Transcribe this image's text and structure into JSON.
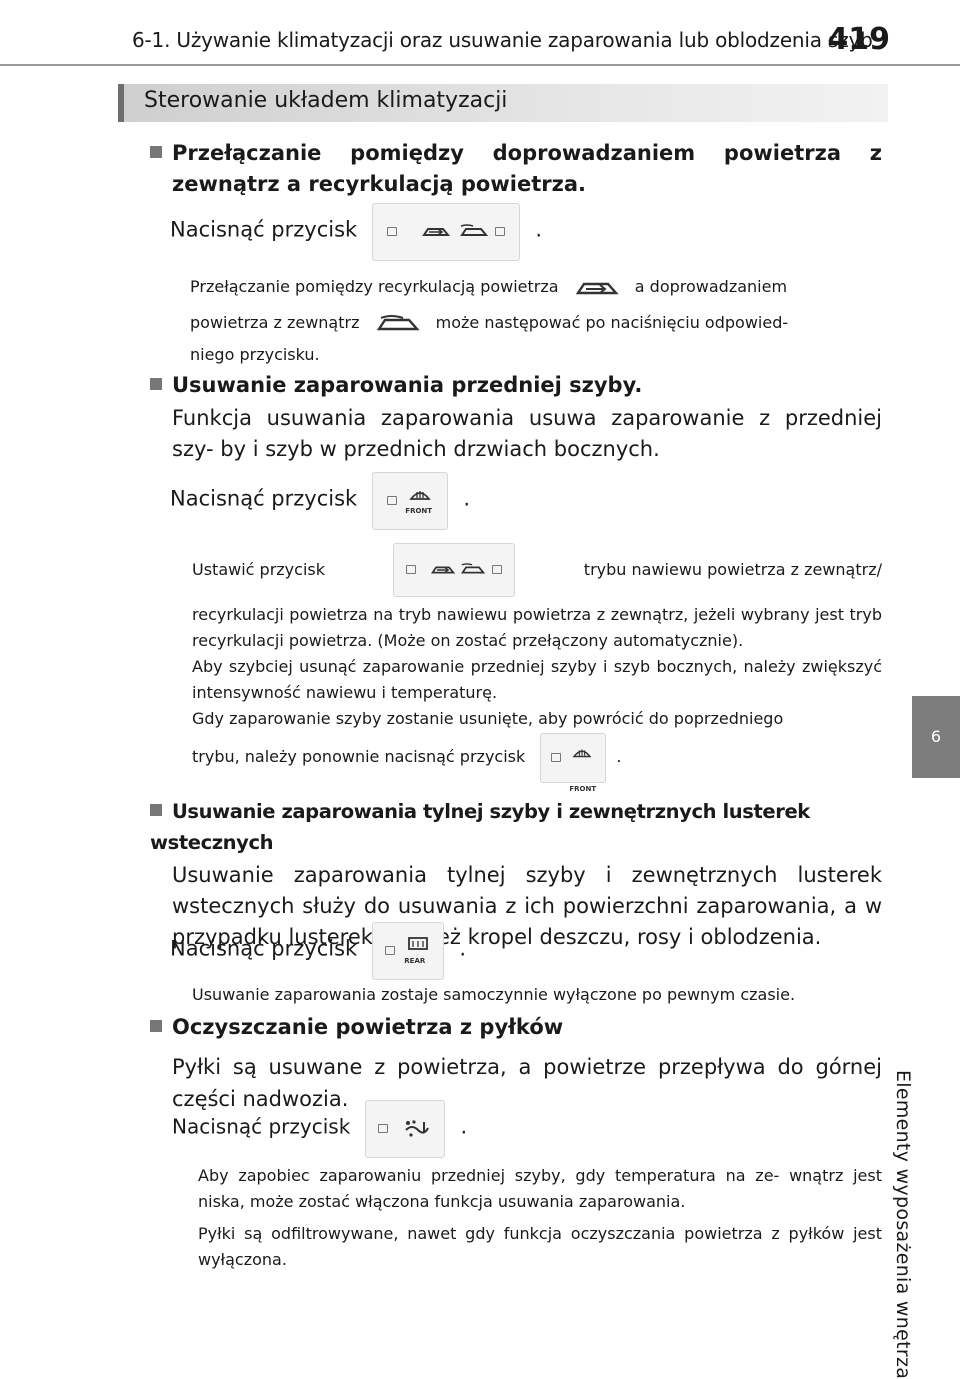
{
  "header": {
    "title": "6-1. Używanie klimatyzacji oraz usuwanie zaparowania lub oblodzenia szyb",
    "page_number": "419"
  },
  "side_tab": {
    "number": "6",
    "label": "Elementy wyposażenia wnętrza"
  },
  "section": {
    "title": "Sterowanie układem klimatyzacji"
  },
  "recirc": {
    "heading": "Przełączanie pomiędzy doprowadzaniem powietrza z zewnątrz a recyrkulacją powietrza.",
    "press_text": "Nacisnąć przycisk",
    "note_part1": "Przełączanie pomiędzy recyrkulacją powietrza",
    "note_part2": "a doprowadzaniem",
    "note_part3": "powietrza z zewnątrz",
    "note_part4": "może następować po naciśnięciu odpowied-",
    "note_part5": "niego przycisku."
  },
  "front": {
    "heading": "Usuwanie zaparowania przedniej szyby.",
    "body": "Funkcja usuwania zaparowania usuwa zaparowanie z przedniej szy- by i szyb w przednich drzwiach bocznych.",
    "press_text": "Nacisnąć przycisk",
    "button_caption": "FRONT",
    "note1_a": "Ustawić przycisk",
    "note1_b": "trybu nawiewu powietrza z zewnątrz/",
    "note1_c": "recyrkulacji powietrza na tryb nawiewu powietrza z zewnątrz, jeżeli wybrany jest tryb recyrkulacji powietrza. (Może on zostać przełączony automatycznie).",
    "note2": "Aby szybciej usunąć zaparowanie przedniej szyby i szyb bocznych, należy zwiększyć intensywność nawiewu i temperaturę.",
    "note3_a": "Gdy zaparowanie szyby zostanie usunięte, aby powrócić do poprzedniego",
    "note3_b": "trybu, należy ponownie nacisnąć przycisk"
  },
  "rear": {
    "heading": "Usuwanie zaparowania tylnej szyby i zewnętrznych lusterek wstecznych",
    "body": "Usuwanie zaparowania tylnej szyby i zewnętrznych lusterek wstecznych służy do usuwania z ich powierzchni zaparowania, a w przypadku lusterek również kropel deszczu, rosy i oblodzenia.",
    "press_text": "Nacisnąć przycisk",
    "button_caption": "REAR",
    "note": "Usuwanie zaparowania zostaje samoczynnie wyłączone po pewnym czasie."
  },
  "pollen": {
    "heading": "Oczyszczanie powietrza z pyłków",
    "body": "Pyłki są usuwane z powietrza, a powietrze przepływa do górnej części nadwozia.",
    "press_text": "Nacisnąć przycisk",
    "note1": "Aby zapobiec zaparowaniu przedniej szyby, gdy temperatura na ze- wnątrz jest niska, może zostać włączona funkcja usuwania zaparowania.",
    "note2": "Pyłki są odfiltrowywane, nawet gdy funkcja oczyszczania powietrza z pyłków jest wyłączona."
  },
  "punct": {
    "period": "."
  },
  "icons": [
    "recirculation-icon",
    "fresh-air-icon",
    "front-defrost-icon",
    "rear-defrost-icon",
    "pollen-filter-icon"
  ]
}
